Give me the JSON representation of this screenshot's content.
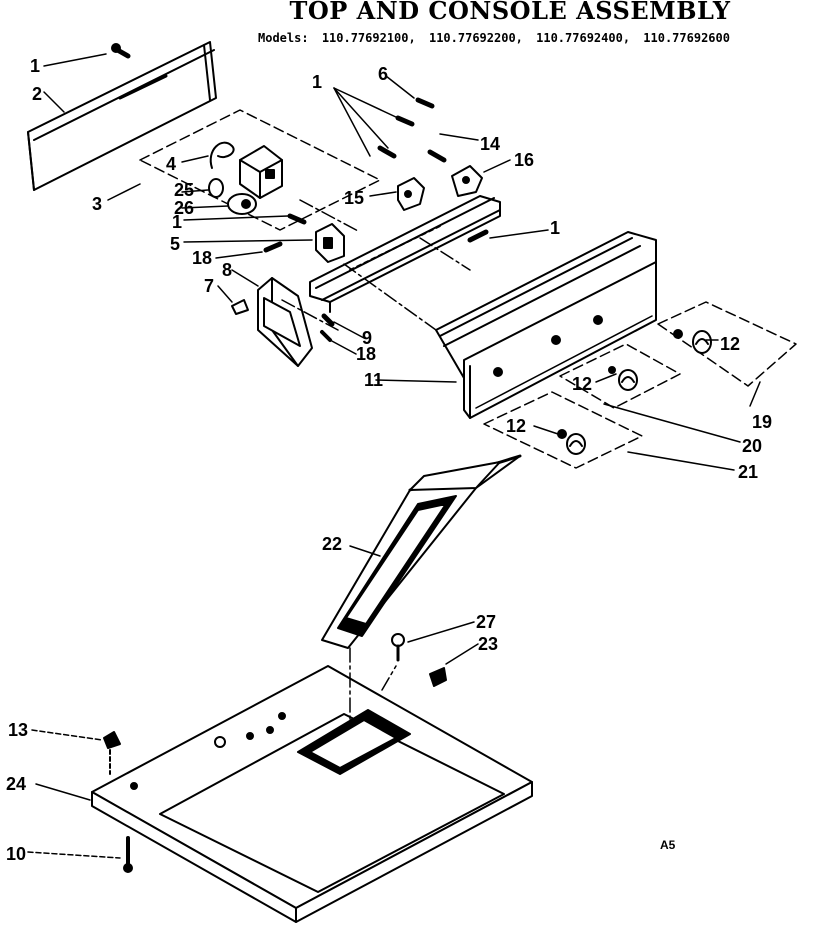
{
  "title": "TOP AND CONSOLE ASSEMBLY",
  "models_label": "Models:",
  "models": [
    "110.77692100,",
    "110.77692200,",
    "110.77692400,",
    "110.77692600"
  ],
  "drawing_code": "A5",
  "callouts": [
    "1",
    "2",
    "3",
    "4",
    "25",
    "26",
    "1",
    "5",
    "18",
    "8",
    "7",
    "9",
    "18",
    "1",
    "6",
    "14",
    "16",
    "15",
    "1",
    "11",
    "12",
    "12",
    "12",
    "19",
    "20",
    "21",
    "22",
    "27",
    "23",
    "13",
    "24",
    "10"
  ]
}
